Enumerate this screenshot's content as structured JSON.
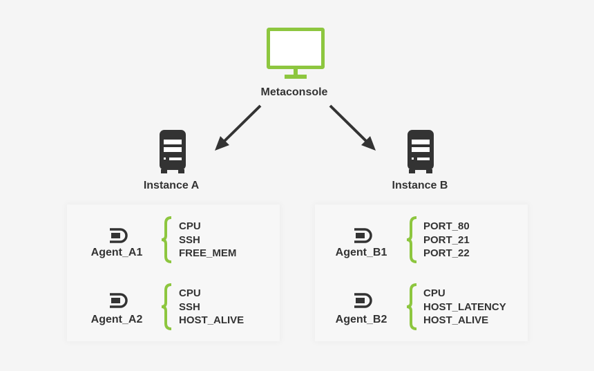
{
  "colors": {
    "accent": "#8dc63f",
    "dark": "#333333",
    "background": "#f5f5f5"
  },
  "console": {
    "label": "Metaconsole",
    "icon": "monitor-icon"
  },
  "instances": [
    {
      "label": "Instance A",
      "icon": "server-icon",
      "agents": [
        {
          "name": "Agent_A1",
          "icon": "agent-icon",
          "metrics": [
            "CPU",
            "SSH",
            "FREE_MEM"
          ]
        },
        {
          "name": "Agent_A2",
          "icon": "agent-icon",
          "metrics": [
            "CPU",
            "SSH",
            "HOST_ALIVE"
          ]
        }
      ]
    },
    {
      "label": "Instance B",
      "icon": "server-icon",
      "agents": [
        {
          "name": "Agent_B1",
          "icon": "agent-icon",
          "metrics": [
            "PORT_80",
            "PORT_21",
            "PORT_22"
          ]
        },
        {
          "name": "Agent_B2",
          "icon": "agent-icon",
          "metrics": [
            "CPU",
            "HOST_LATENCY",
            "HOST_ALIVE"
          ]
        }
      ]
    }
  ]
}
